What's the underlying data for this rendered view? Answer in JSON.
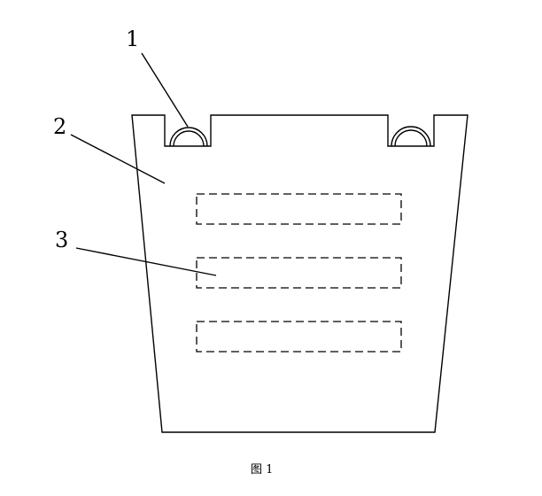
{
  "diagram": {
    "callouts": [
      {
        "id": "1",
        "label": "1"
      },
      {
        "id": "2",
        "label": "2"
      },
      {
        "id": "3",
        "label": "3"
      }
    ],
    "caption": "图 1"
  }
}
